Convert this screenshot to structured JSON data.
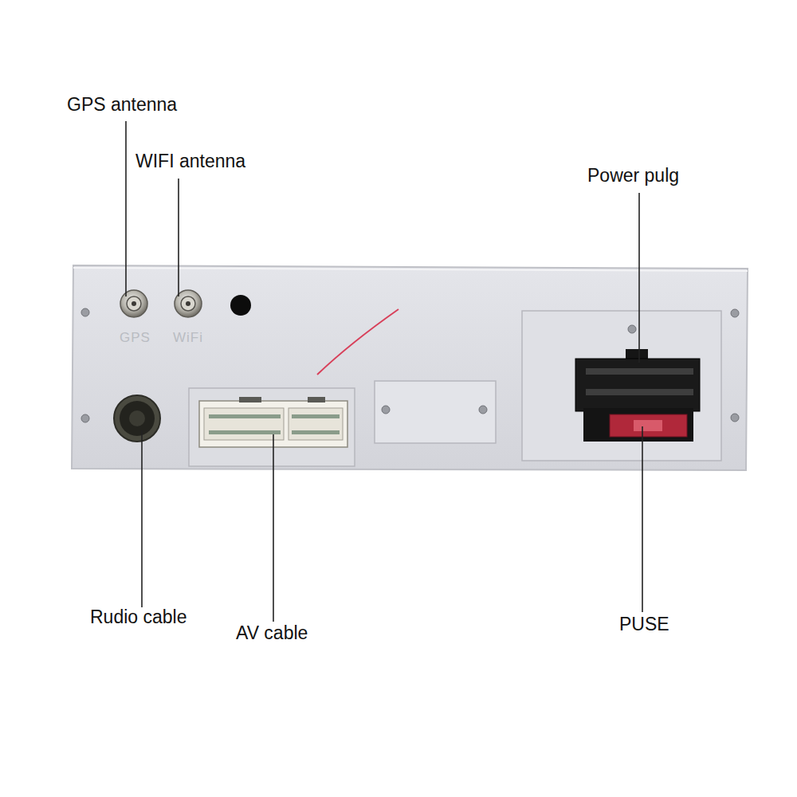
{
  "diagram": {
    "labels": [
      "GPS antenna",
      "WIFI antenna",
      "Power pulg",
      "GPS",
      "WiFi",
      "Rudio cable",
      "AV cable",
      "PUSE"
    ]
  }
}
